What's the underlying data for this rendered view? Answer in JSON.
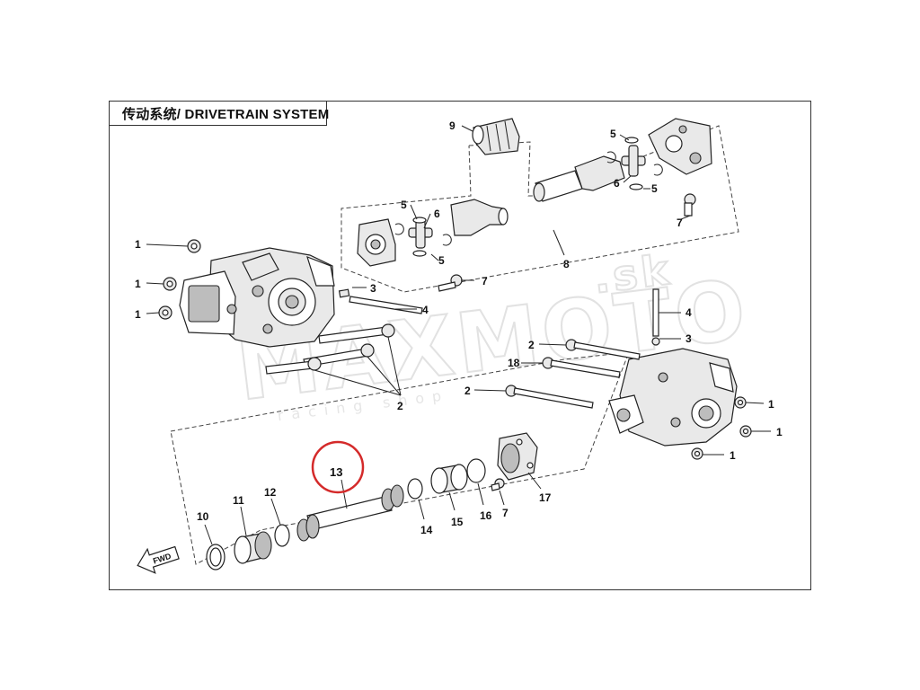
{
  "title": "传动系统/ DRIVETRAIN SYSTEM",
  "watermark": {
    "brand": "MAXMOTO",
    "suffix": ".sk",
    "tagline": "racing shop"
  },
  "direction_arrow": "FWD",
  "highlight_color": "#d42a2a",
  "labels": {
    "l1a": "1",
    "l1b": "1",
    "l1c": "1",
    "l1d": "1",
    "l1e": "1",
    "l1f": "1",
    "l2a": "2",
    "l2b": "2",
    "l2c": "2",
    "l3a": "3",
    "l3b": "3",
    "l4a": "4",
    "l4b": "4",
    "l5a": "5",
    "l5b": "5",
    "l5c": "5",
    "l5d": "5",
    "l6a": "6",
    "l6b": "6",
    "l7a": "7",
    "l7b": "7",
    "l7c": "7",
    "l8": "8",
    "l9": "9",
    "l10": "10",
    "l11": "11",
    "l12": "12",
    "l13": "13",
    "l14": "14",
    "l15": "15",
    "l16": "16",
    "l17": "17",
    "l18": "18"
  }
}
